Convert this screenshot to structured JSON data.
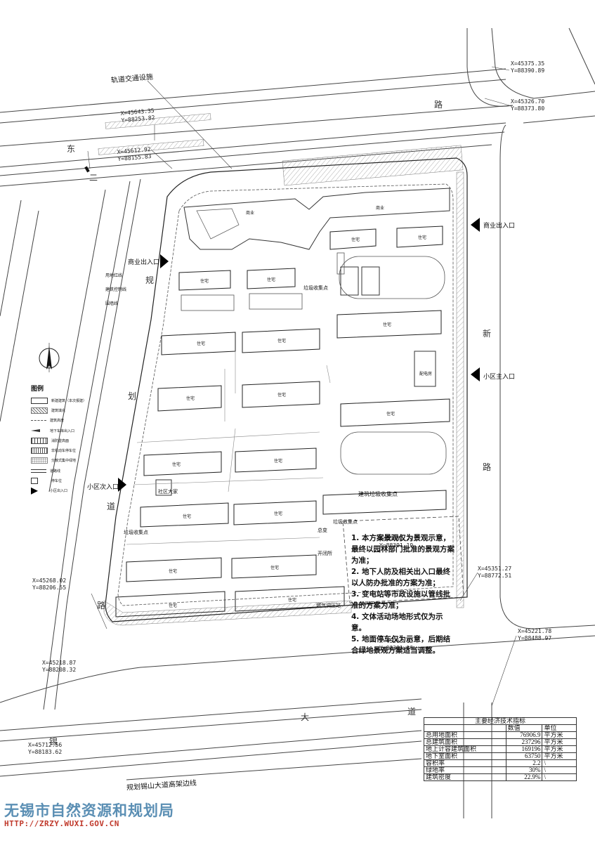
{
  "plan": {
    "rail_label": "轨道交通设施",
    "road_north": {
      "chars": [
        "东",
        "二",
        "路"
      ]
    },
    "road_west": {
      "chars": [
        "规",
        "划",
        "道",
        "路"
      ]
    },
    "road_east": {
      "chars": [
        "新",
        "路"
      ]
    },
    "road_south": {
      "chars": [
        "锡",
        "大",
        "道"
      ]
    },
    "planned_line_label": "规划锡山大道高架边线",
    "coords": [
      {
        "x": "X=45375.35",
        "y": "Y=88390.89"
      },
      {
        "x": "X=45326.70",
        "y": "Y=88373.80"
      },
      {
        "x": "X=45643.35",
        "y": "Y=88253.82"
      },
      {
        "x": "X=45612.92",
        "y": "Y=88155.83"
      },
      {
        "x": "X=45351.27",
        "y": "Y=88391.19"
      },
      {
        "x": "X=45351.27",
        "y": "Y=88772.51"
      },
      {
        "x": "X=45268.02",
        "y": "Y=88206.55"
      },
      {
        "x": "X=45221.78",
        "y": "Y=88488.97"
      },
      {
        "x": "X=45263.82",
        "y": "Y=88391.19"
      },
      {
        "x": "X=45218.87",
        "y": "Y=88208.32"
      },
      {
        "x": "X=45712.56",
        "y": "Y=88183.62"
      }
    ],
    "entrances": {
      "commercial_ne": "商业出入口",
      "commercial_w": "商业出入口",
      "community_main": "小区主入口",
      "community_secondary": "小区次入口"
    },
    "facilities": {
      "waste_1": "垃圾收集点",
      "waste_2": "垃圾收集点",
      "waste_3": "垃圾收集点",
      "construction_waste": "建筑垃圾收集点",
      "community_center": "社区大家",
      "substation": "总变",
      "switch_room": "开闭所",
      "gas_station": "燃气调压站",
      "distribution": "配电房"
    },
    "building_label": "住宅",
    "commercial_label": "商业",
    "west_side_labels": [
      "用地红线",
      "建筑控制线",
      "围墙线"
    ]
  },
  "legend": {
    "title": "图例",
    "items": [
      {
        "text": "新建建筑（本次报建）",
        "icon": "outline-swatch",
        "color": "#333333"
      },
      {
        "text": "建筑填充",
        "icon": "hatch-swatch",
        "color": "#777777"
      },
      {
        "text": "建筑高度",
        "icon": "line-swatch",
        "color": "#555555"
      },
      {
        "text": "地下车库出入口",
        "icon": "ramp-swatch",
        "color": "#333333"
      },
      {
        "text": "消防登高面",
        "icon": "fire-swatch",
        "color": "#444444"
      },
      {
        "text": "非机动车停车位",
        "icon": "grid-swatch",
        "color": "#555555"
      },
      {
        "text": "分散式集中绿地",
        "icon": "dots-swatch",
        "color": "#888888"
      },
      {
        "text": "道路线",
        "icon": "road-swatch",
        "color": "#333333"
      },
      {
        "text": "停车位",
        "icon": "parking-swatch",
        "color": "#333333"
      },
      {
        "text": "小区出入口",
        "icon": "triangle-swatch",
        "color": "#000000"
      }
    ]
  },
  "notes": [
    "1. 本方案景观仅为景观示意，最终以园林部门批准的景观方案为准；",
    "2. 地下人防及相关出入口最终以人防办批准的方案为准；",
    "3. 变电站等市政设施以管线批准的方案为准；",
    "4. 文体活动场地形式仅为示意。",
    "5. 地面停车仅为示意，后期结合绿地景观方案适当调整。"
  ],
  "table": {
    "caption": "主要经济技术指标",
    "headers": [
      "",
      "数值",
      "单位"
    ],
    "rows": [
      [
        "总用地面积",
        "76906.9",
        "平方米"
      ],
      [
        "总建筑面积",
        "237296",
        "平方米"
      ],
      [
        "地上计容建筑面积",
        "169196",
        "平方米"
      ],
      [
        "地下室面积",
        "63750",
        "平方米"
      ],
      [
        "容积率",
        "2.2",
        "\\"
      ],
      [
        "绿地率",
        "30%",
        "\\"
      ],
      [
        "建筑密度",
        "22.9%",
        "\\"
      ]
    ]
  },
  "footer": {
    "org": "无锡市自然资源和规划局",
    "url": "HTTP://ZRZY.WUXI.GOV.CN"
  }
}
